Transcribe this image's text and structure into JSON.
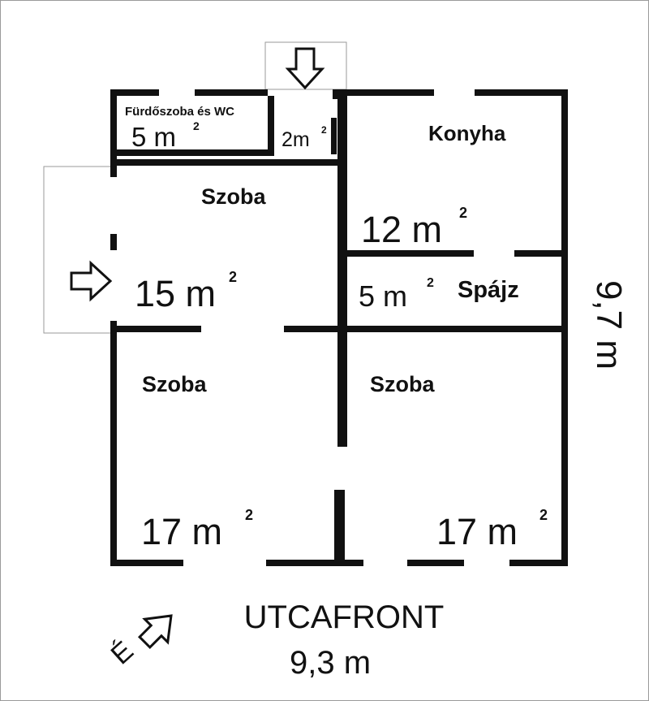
{
  "rooms": {
    "bathroom": {
      "name": "Fürdőszoba és WC",
      "area": "5 m",
      "unit_sup": "2"
    },
    "hall": {
      "area": "2m",
      "unit_sup": "2"
    },
    "kitchen": {
      "name": "Konyha",
      "area": "12 m",
      "unit_sup": "2"
    },
    "room_main": {
      "name": "Szoba",
      "area": "15 m",
      "unit_sup": "2"
    },
    "pantry": {
      "name": "Spájz",
      "area": "5 m",
      "unit_sup": "2"
    },
    "room_left": {
      "name": "Szoba",
      "area": "17 m",
      "unit_sup": "2"
    },
    "room_right": {
      "name": "Szoba",
      "area": "17 m",
      "unit_sup": "2"
    }
  },
  "labels": {
    "street_front": "UTCAFRONT",
    "width": "9,3 m",
    "depth": "9,7 m",
    "north": "É"
  },
  "colors": {
    "wall": "#111111",
    "outline": "#9a9a9a",
    "text": "#111111"
  }
}
